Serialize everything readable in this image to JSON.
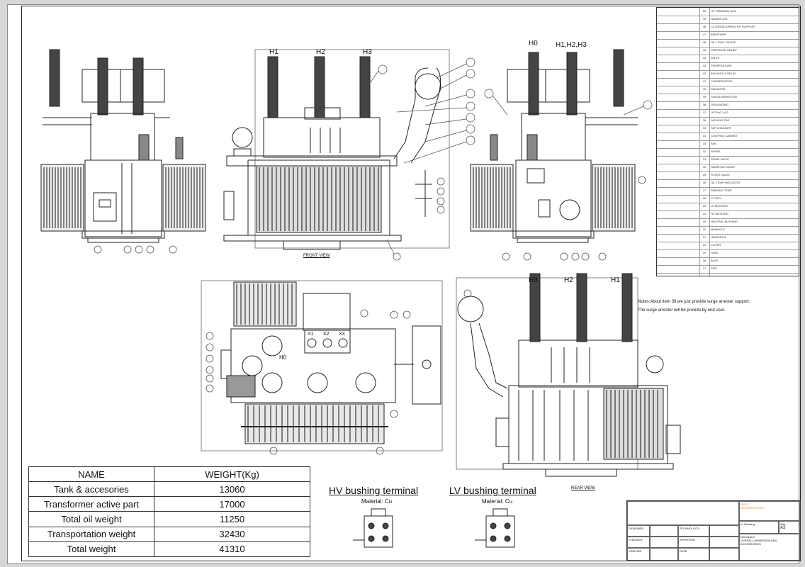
{
  "views": {
    "front_view_caption": "FRONT VIEW",
    "rear_view_caption": "REAR VIEW",
    "front_phase_labels": [
      "H1",
      "H2",
      "H3"
    ],
    "side_phase_labels": [
      "H0",
      "H1,H2,H3"
    ],
    "rear_phase_labels": [
      "H3",
      "H2",
      "H1"
    ],
    "top_lv_labels": [
      "X1",
      "X2",
      "X3"
    ],
    "top_h0_label": "H0"
  },
  "notes": {
    "line1": "Notes:About item 39,we just provide surge arrester support.",
    "line2": "The surge arrester will be provide by end user."
  },
  "weight_table": {
    "header_name": "NAME",
    "header_weight": "WEIGHT(Kg)",
    "rows": [
      {
        "name": "Tank & accesories",
        "weight": "13060"
      },
      {
        "name": "Transformer active part",
        "weight": "17000"
      },
      {
        "name": "Total oil weight",
        "weight": "11250"
      },
      {
        "name": "Transportation weight",
        "weight": "32430"
      },
      {
        "name": "Total weight",
        "weight": "41310"
      }
    ]
  },
  "terminals": {
    "hv_title": "HV bushing terminal",
    "hv_material": "Material: Cu",
    "lv_title": "LV bushing terminal",
    "lv_material": "Material: Cu"
  },
  "parts_list": [
    {
      "no": "50",
      "code": "",
      "name": "HV TERMINAL BOX"
    },
    {
      "no": "49",
      "code": "",
      "name": "NAMEPLATE"
    },
    {
      "no": "48",
      "code": "",
      "name": "LA SURGE ARRESTER SUPPORT"
    },
    {
      "no": "47",
      "code": "",
      "name": "BREATHER"
    },
    {
      "no": "46",
      "code": "",
      "name": "OIL LEVEL GAUGE"
    },
    {
      "no": "45",
      "code": "",
      "name": "PRESSURE RELIEF"
    },
    {
      "no": "44",
      "code": "",
      "name": "VALVE"
    },
    {
      "no": "43",
      "code": "",
      "name": "TEMPERATURE"
    },
    {
      "no": "42",
      "code": "",
      "name": "BUCHHOLZ RELAY"
    },
    {
      "no": "41",
      "code": "",
      "name": "CONSERVATOR"
    },
    {
      "no": "40",
      "code": "",
      "name": "RADIATOR"
    },
    {
      "no": "39",
      "code": "",
      "name": "SURGE ARRESTER"
    },
    {
      "no": "38",
      "code": "",
      "name": "GROUNDING"
    },
    {
      "no": "37",
      "code": "",
      "name": "LIFTING LUG"
    },
    {
      "no": "36",
      "code": "",
      "name": "JACKING PAD"
    },
    {
      "no": "35",
      "code": "",
      "name": "TAP CHANGER"
    },
    {
      "no": "34",
      "code": "",
      "name": "CONTROL CABINET"
    },
    {
      "no": "33",
      "code": "",
      "name": "FAN"
    },
    {
      "no": "32",
      "code": "",
      "name": "WHEEL"
    },
    {
      "no": "31",
      "code": "",
      "name": "DRAIN VALVE"
    },
    {
      "no": "30",
      "code": "",
      "name": "SAMPLING VALVE"
    },
    {
      "no": "29",
      "code": "",
      "name": "FILTER VALVE"
    },
    {
      "no": "28",
      "code": "",
      "name": "OIL TEMP INDICATOR"
    },
    {
      "no": "27",
      "code": "",
      "name": "WINDING TEMP"
    },
    {
      "no": "26",
      "code": "",
      "name": "CT BOX"
    },
    {
      "no": "25",
      "code": "",
      "name": "LV BUSHING"
    },
    {
      "no": "24",
      "code": "",
      "name": "HV BUSHING"
    },
    {
      "no": "23",
      "code": "",
      "name": "NEUTRAL BUSHING"
    },
    {
      "no": "22",
      "code": "",
      "name": "MANHOLE"
    },
    {
      "no": "21",
      "code": "",
      "name": "HANDHOLE"
    },
    {
      "no": "20",
      "code": "",
      "name": "COVER"
    },
    {
      "no": "19",
      "code": "",
      "name": "TANK"
    },
    {
      "no": "18",
      "code": "",
      "name": "BASE"
    },
    {
      "no": "17",
      "code": "",
      "name": "PIPE"
    }
  ],
  "title_block": {
    "company_line1": "PROJ",
    "company_line2": "600 ERIOSTOTED",
    "drawing_label": "N. Drawing",
    "size_label": "Size",
    "size_value": "A3",
    "designed": "DESIGNER",
    "checked": "CHECKER",
    "verified": "VERIFIER",
    "technology": "TECHNOLOGY",
    "approved": "APPROVER",
    "date": "DATE",
    "desc_label": "Description",
    "desc_line1": "OVERALL DIMENSION AND",
    "desc_line2": "ACCESSORIES"
  },
  "colors": {
    "line": "#222222",
    "company": "#e08a2a",
    "background": "#d6d6d6"
  }
}
